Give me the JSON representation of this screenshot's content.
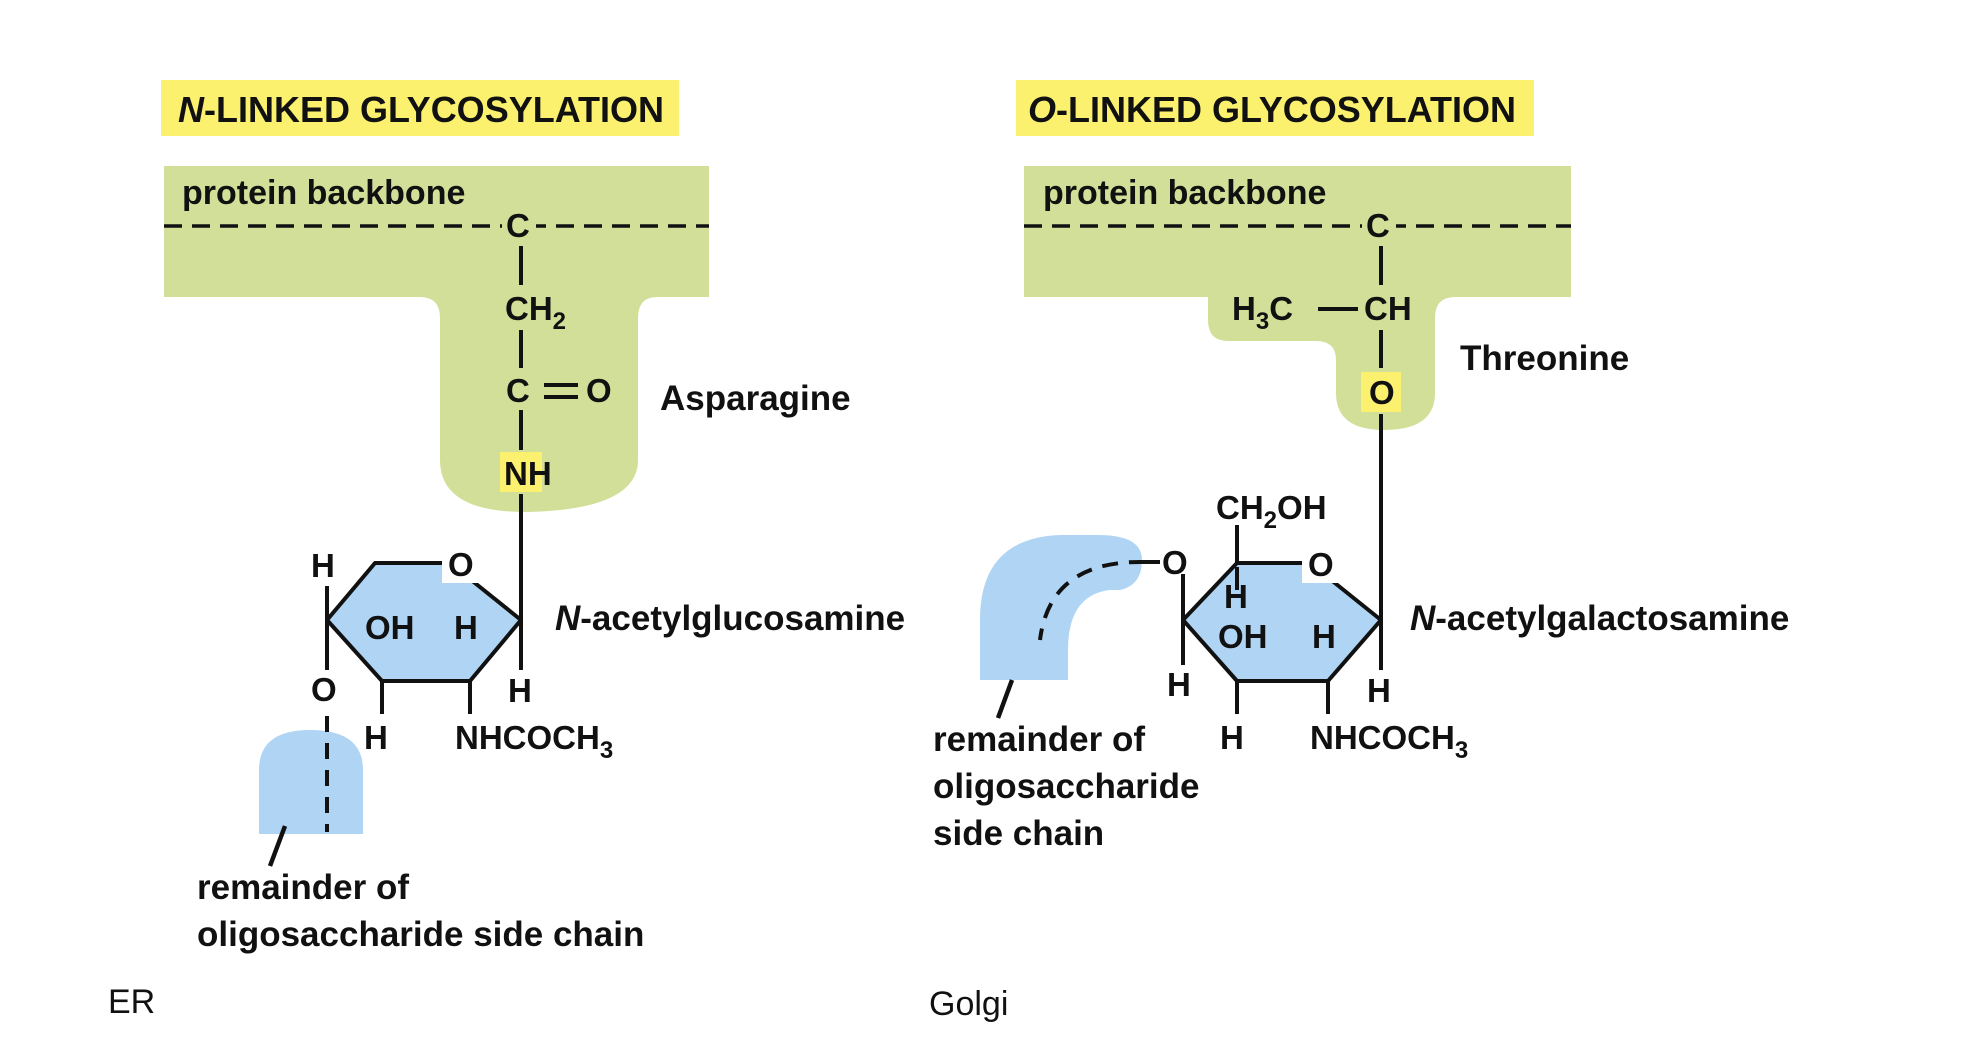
{
  "colors": {
    "protein_green": "#d2df98",
    "sugar_blue": "#b0d4f4",
    "highlight_yellow": "#fbf16e",
    "ink": "#111111"
  },
  "n_linked": {
    "title_italic": "N",
    "title_rest": "-LINKED GLYCOSYLATION",
    "backbone_label": "protein backbone",
    "atom_c_top": "C",
    "atom_ch2": "CH",
    "atom_ch2_sub": "2",
    "atom_c_carbonyl": "C",
    "atom_o_carbonyl": "O",
    "atom_nh": "NH",
    "amino_acid": "Asparagine",
    "ring_o": "O",
    "ring_h_left": "H",
    "ring_oh": "OH",
    "ring_h_mid": "H",
    "ring_h_right": "H",
    "ring_o_link": "O",
    "ring_h_bottom": "H",
    "ring_nhcoch": "NHCOCH",
    "ring_nhcoch_sub": "3",
    "sugar_italic": "N",
    "sugar_rest": "-acetylglucosamine",
    "remainder_line1": "remainder of",
    "remainder_line2": "oligosaccharide side chain",
    "location": "ER"
  },
  "o_linked": {
    "title_italic": "O",
    "title_rest": "-LINKED GLYCOSYLATION",
    "backbone_label": "protein backbone",
    "atom_c_top": "C",
    "atom_h3c": "H",
    "atom_h3c_sub": "3",
    "atom_h3c_c": "C",
    "atom_ch": "CH",
    "atom_o": "O",
    "amino_acid": "Threonine",
    "ring_ch2oh": "CH",
    "ring_ch2oh_sub": "2",
    "ring_ch2oh_oh": "OH",
    "ring_o": "O",
    "ring_o_link": "O",
    "ring_h_upper": "H",
    "ring_oh": "OH",
    "ring_h_mid": "H",
    "ring_h_left": "H",
    "ring_h_right": "H",
    "ring_h_bottom": "H",
    "ring_nhcoch": "NHCOCH",
    "ring_nhcoch_sub": "3",
    "sugar_italic": "N",
    "sugar_rest": "-acetylgalactosamine",
    "remainder_line1": "remainder of",
    "remainder_line2": "oligosaccharide",
    "remainder_line3": "side chain",
    "location": "Golgi"
  }
}
